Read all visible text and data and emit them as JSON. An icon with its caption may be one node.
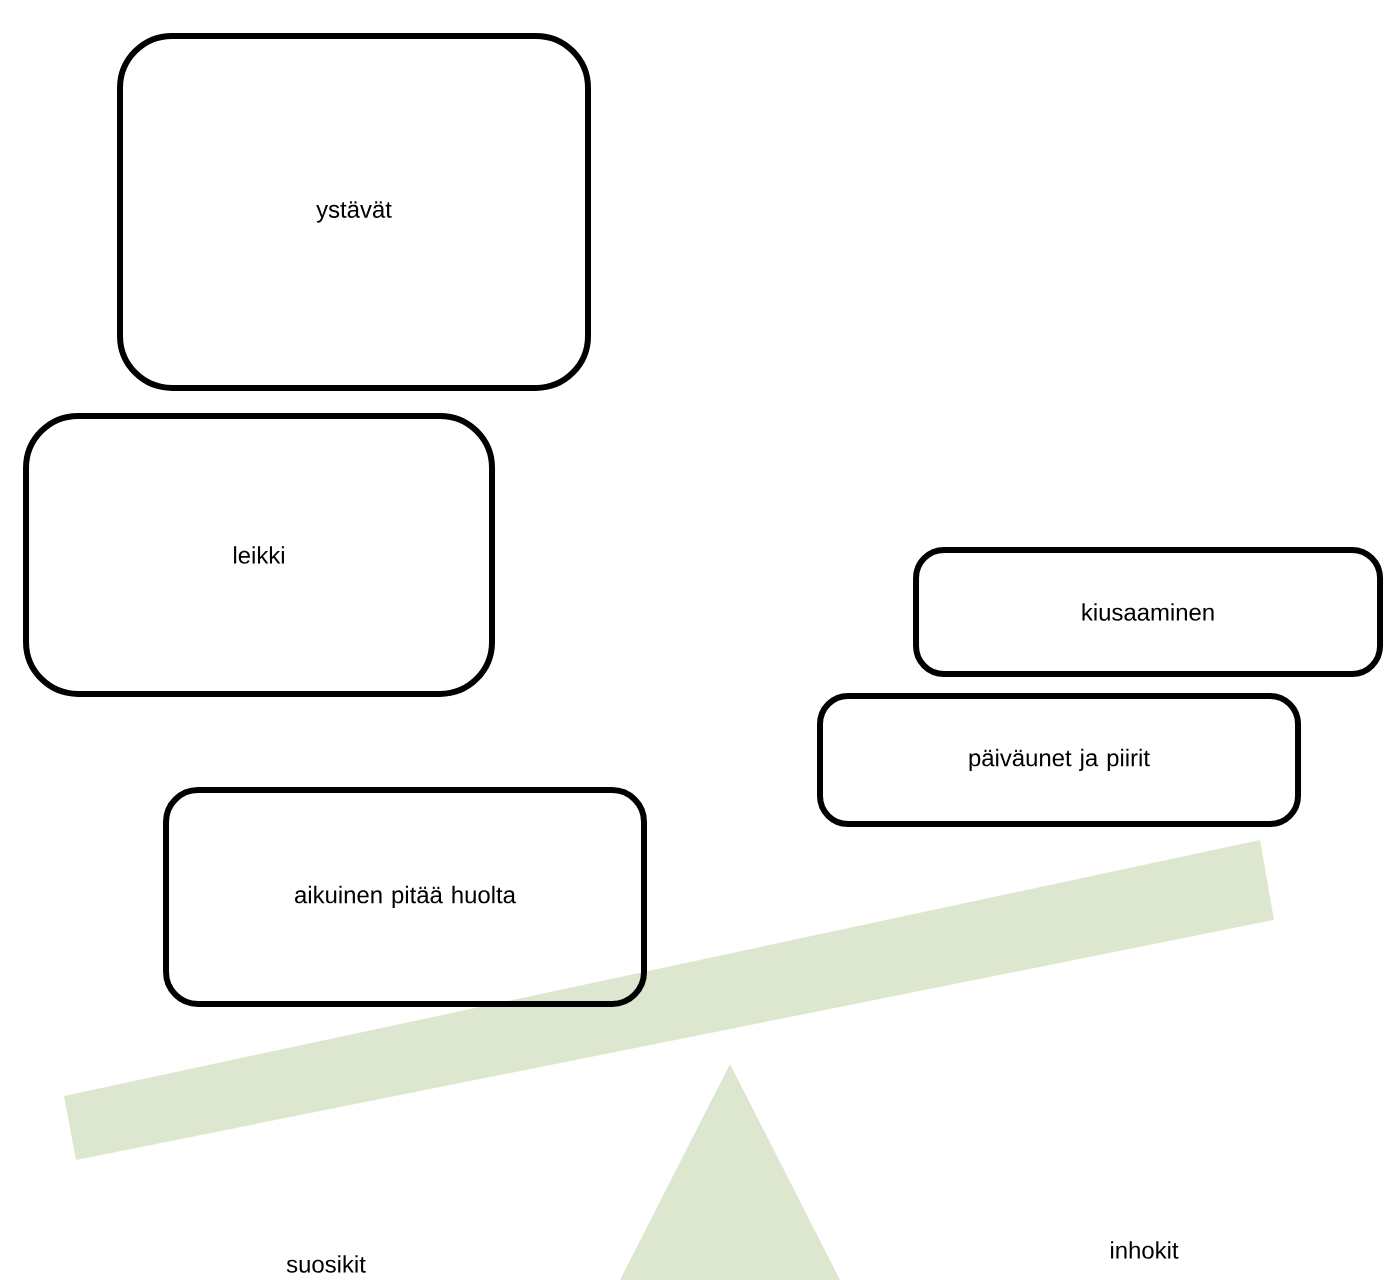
{
  "diagram": {
    "nodes": [
      {
        "text": [
          "ystävät"
        ]
      },
      {
        "text": [
          "leikki"
        ]
      },
      {
        "text": [
          "aikuinen pitää huolta"
        ]
      },
      {
        "text": [
          "kiusaaminen"
        ]
      },
      {
        "text": [
          "päiväunet ja piirit"
        ]
      }
    ],
    "labels": [
      "suosikit",
      "inhokit"
    ]
  }
}
